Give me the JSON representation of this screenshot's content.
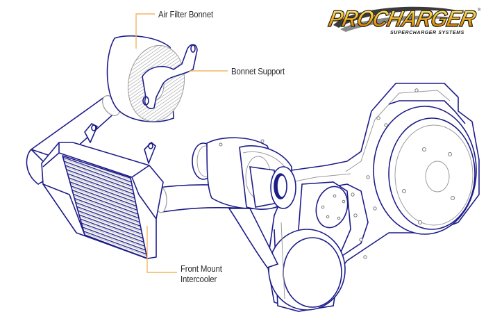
{
  "diagram": {
    "title": "ProCharger supercharger system components",
    "colors": {
      "outline": "#1c1c8a",
      "detail": "#9a9a9a",
      "callout": "#f2b660",
      "label": "#2a2a2a",
      "logo_gold": "#e4a11b"
    },
    "callouts": [
      {
        "id": "air-filter-bonnet",
        "label": "Air Filter Bonnet"
      },
      {
        "id": "bonnet-support",
        "label": "Bonnet Support"
      },
      {
        "id": "front-mount-intercooler",
        "label_line1": "Front Mount",
        "label_line2": "Intercooler"
      }
    ],
    "components": [
      "air-filter-bonnet",
      "bonnet-support",
      "intake-tube",
      "front-mount-intercooler",
      "supercharger-head-unit",
      "discharge-tube",
      "drive-housing-plate",
      "crank-pulley-cover",
      "accessory-pulley-cover"
    ]
  },
  "logo": {
    "brand": "PROCHARGER",
    "tagline": "SUPERCHARGER SYSTEMS",
    "registered_mark": "®"
  }
}
